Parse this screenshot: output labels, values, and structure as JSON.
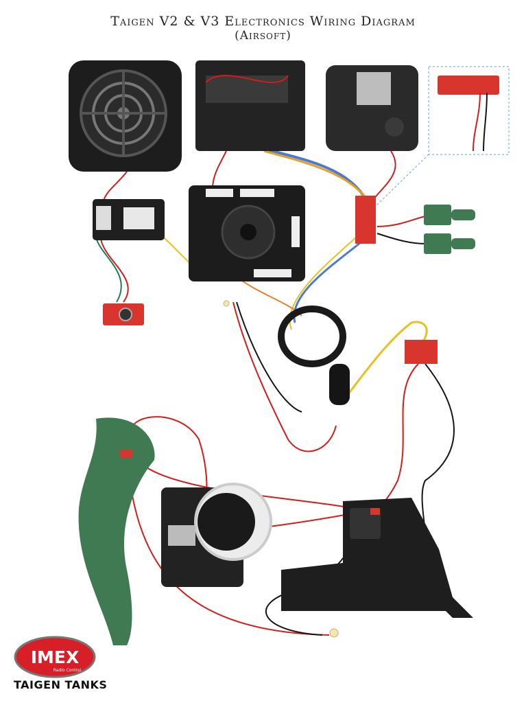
{
  "title": {
    "line1": "Taigen V2 & V3 Electronics Wiring Diagram",
    "line2": "(Airsoft)"
  },
  "logo": {
    "brand": "IMEX",
    "subtitle": "Radio Control",
    "tagline": "TAIGEN TANKS"
  },
  "colors": {
    "wire_red": "#d71a1a",
    "wire_black": "#151515",
    "board_red": "#d8352e",
    "plastic_black": "#1f1f1f",
    "plastic_green": "#3f7a52",
    "logo_red": "#d61f26"
  }
}
